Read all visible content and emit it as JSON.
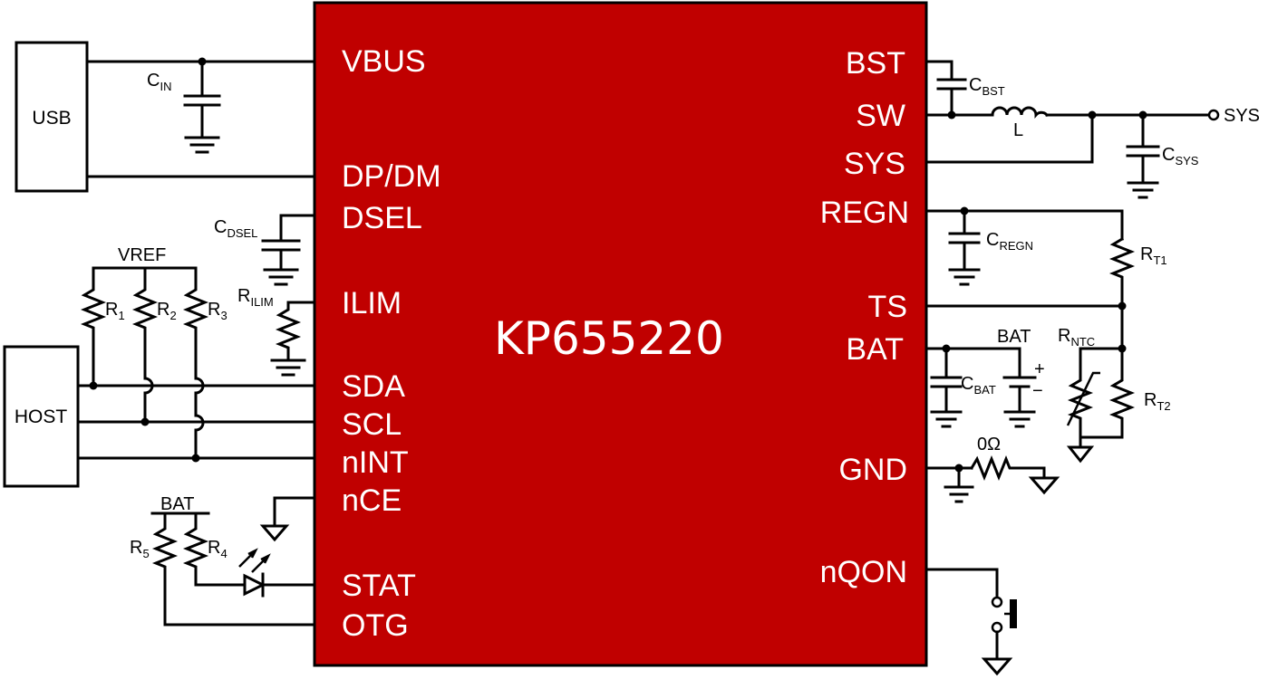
{
  "chip": {
    "name": "KP655220",
    "fill_color": "#c00000",
    "left_pins": [
      "VBUS",
      "DP/DM",
      "DSEL",
      "ILIM",
      "SDA",
      "SCL",
      "nINT",
      "nCE",
      "STAT",
      "OTG"
    ],
    "right_pins": [
      "BST",
      "SW",
      "SYS",
      "REGN",
      "TS",
      "BAT",
      "GND",
      "nQON"
    ]
  },
  "blocks": {
    "usb": "USB",
    "host": "HOST"
  },
  "labels": {
    "vref": "VREF",
    "bat_top": "BAT",
    "bat_led": "BAT",
    "sys_out": "SYS",
    "inductor": "L",
    "zero_ohm": "0Ω"
  },
  "components": {
    "cin": {
      "base": "C",
      "sub": "IN"
    },
    "cdsel": {
      "base": "C",
      "sub": "DSEL"
    },
    "rilim": {
      "base": "R",
      "sub": "ILIM"
    },
    "r1": {
      "base": "R",
      "sub": "1"
    },
    "r2": {
      "base": "R",
      "sub": "2"
    },
    "r3": {
      "base": "R",
      "sub": "3"
    },
    "r4": {
      "base": "R",
      "sub": "4"
    },
    "r5": {
      "base": "R",
      "sub": "5"
    },
    "cbst": {
      "base": "C",
      "sub": "BST"
    },
    "csys": {
      "base": "C",
      "sub": "SYS"
    },
    "cregn": {
      "base": "C",
      "sub": "REGN"
    },
    "rt1": {
      "base": "R",
      "sub": "T1"
    },
    "rt2": {
      "base": "R",
      "sub": "T2"
    },
    "rntc": {
      "base": "R",
      "sub": "NTC"
    },
    "cbat": {
      "base": "C",
      "sub": "BAT"
    }
  },
  "battery_polarity": {
    "plus": "+",
    "minus": "−"
  }
}
